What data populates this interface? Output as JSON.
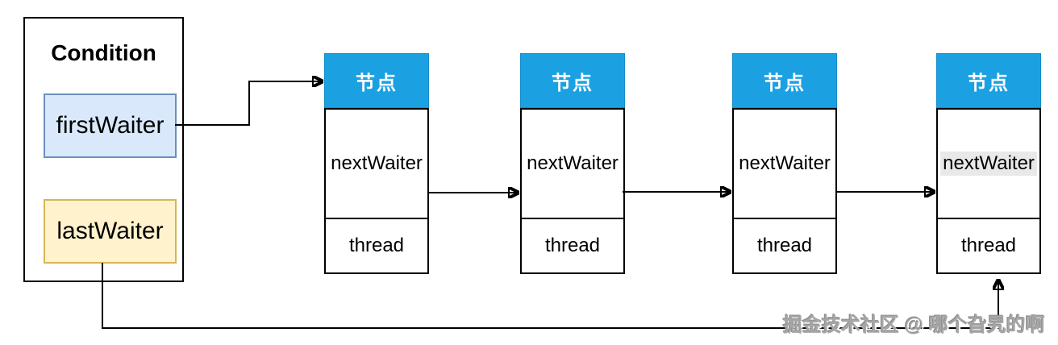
{
  "diagram": {
    "condition": {
      "title": "Condition",
      "first_waiter": {
        "label": "firstWaiter",
        "fill": "#dae8fc",
        "border": "#6c8ebf"
      },
      "last_waiter": {
        "label": "lastWaiter",
        "fill": "#fff2cc",
        "border": "#d6b656"
      }
    },
    "nodes": [
      {
        "title": "节点",
        "next_waiter": "nextWaiter",
        "thread": "thread",
        "next_waiter_highlighted": false
      },
      {
        "title": "节点",
        "next_waiter": "nextWaiter",
        "thread": "thread",
        "next_waiter_highlighted": false
      },
      {
        "title": "节点",
        "next_waiter": "nextWaiter",
        "thread": "thread",
        "next_waiter_highlighted": false
      },
      {
        "title": "节点",
        "next_waiter": "nextWaiter",
        "thread": "thread",
        "next_waiter_highlighted": true
      }
    ],
    "edges": [
      {
        "from": "condition.firstWaiter",
        "to": "node-1",
        "entry": "header-left"
      },
      {
        "from": "node-1.nextWaiter",
        "to": "node-2",
        "entry": "left"
      },
      {
        "from": "node-2.nextWaiter",
        "to": "node-3",
        "entry": "left"
      },
      {
        "from": "node-3.nextWaiter",
        "to": "node-4",
        "entry": "left"
      },
      {
        "from": "condition.lastWaiter",
        "to": "node-4",
        "entry": "bottom"
      }
    ],
    "colors": {
      "node_header": "#1ba1e2",
      "node_header_text": "#ffffff",
      "line": "#000000",
      "highlight": "#e9e9e9"
    }
  },
  "watermark": {
    "text": "掘金技术社区 @ 哪个旮旯的啊"
  }
}
